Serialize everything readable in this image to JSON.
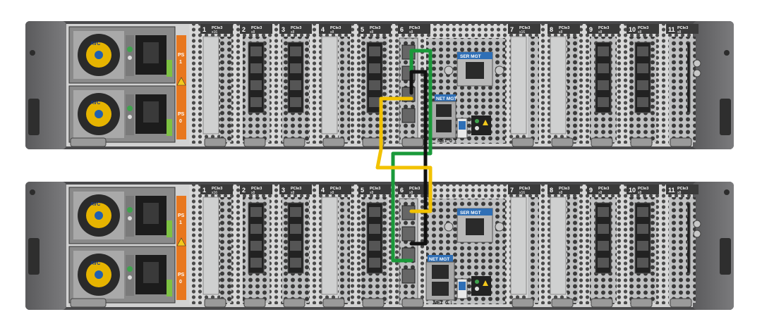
{
  "chassis": [
    {
      "psu_labels": [
        "PS",
        "1",
        "PS",
        "0"
      ],
      "slots": [
        {
          "num": "1",
          "bus": "PCIe3",
          "width": "x16"
        },
        {
          "num": "2",
          "bus": "PCIe3",
          "width": "x8"
        },
        {
          "num": "3",
          "bus": "PCIe3",
          "width": "x8"
        },
        {
          "num": "4",
          "bus": "PCIe3",
          "width": "x8"
        },
        {
          "num": "5",
          "bus": "PCIe3",
          "width": "x8"
        },
        {
          "num": "6",
          "bus": "PCIe3",
          "width": "x8"
        },
        {
          "num": "7",
          "bus": "PCIe3",
          "width": "x16"
        },
        {
          "num": "8",
          "bus": "PCIe3",
          "width": "x8"
        },
        {
          "num": "9",
          "bus": "PCIe3",
          "width": "x8"
        },
        {
          "num": "10",
          "bus": "PCIe3",
          "width": "x8"
        },
        {
          "num": "11",
          "bus": "PCIe3",
          "width": "x8"
        }
      ],
      "ser_mgt": "SER MGT",
      "net_mgt": "NET MGT",
      "net_labels": [
        "NET",
        "0",
        "1"
      ],
      "fan_brand": "AVC"
    },
    {
      "psu_labels": [
        "PS",
        "1",
        "PS",
        "0"
      ],
      "slots": [
        {
          "num": "1",
          "bus": "PCIe3",
          "width": "x16"
        },
        {
          "num": "2",
          "bus": "PCIe3",
          "width": "x8"
        },
        {
          "num": "3",
          "bus": "PCIe3",
          "width": "x8"
        },
        {
          "num": "4",
          "bus": "PCIe3",
          "width": "x8"
        },
        {
          "num": "5",
          "bus": "PCIe3",
          "width": "x8"
        },
        {
          "num": "6",
          "bus": "PCIe3",
          "width": "x8"
        },
        {
          "num": "7",
          "bus": "PCIe3",
          "width": "x16"
        },
        {
          "num": "8",
          "bus": "PCIe3",
          "width": "x8"
        },
        {
          "num": "9",
          "bus": "PCIe3",
          "width": "x8"
        },
        {
          "num": "10",
          "bus": "PCIe3",
          "width": "x8"
        },
        {
          "num": "11",
          "bus": "PCIe3",
          "width": "x8"
        }
      ],
      "ser_mgt": "SER MGT",
      "net_mgt": "NET MGT",
      "net_labels": [
        "NET",
        "0",
        "1"
      ],
      "fan_brand": "AVC"
    }
  ],
  "cables": [
    {
      "name": "green",
      "color": "#1a9a3a"
    },
    {
      "name": "black",
      "color": "#111111"
    },
    {
      "name": "yellow",
      "color": "#f2c200"
    }
  ],
  "colors": {
    "chassis_edge": "#3e3e40",
    "ear": "#6a6a6c",
    "orange": "#e8771e",
    "card": "#cfd0d0",
    "port": "#2a2a2a"
  }
}
